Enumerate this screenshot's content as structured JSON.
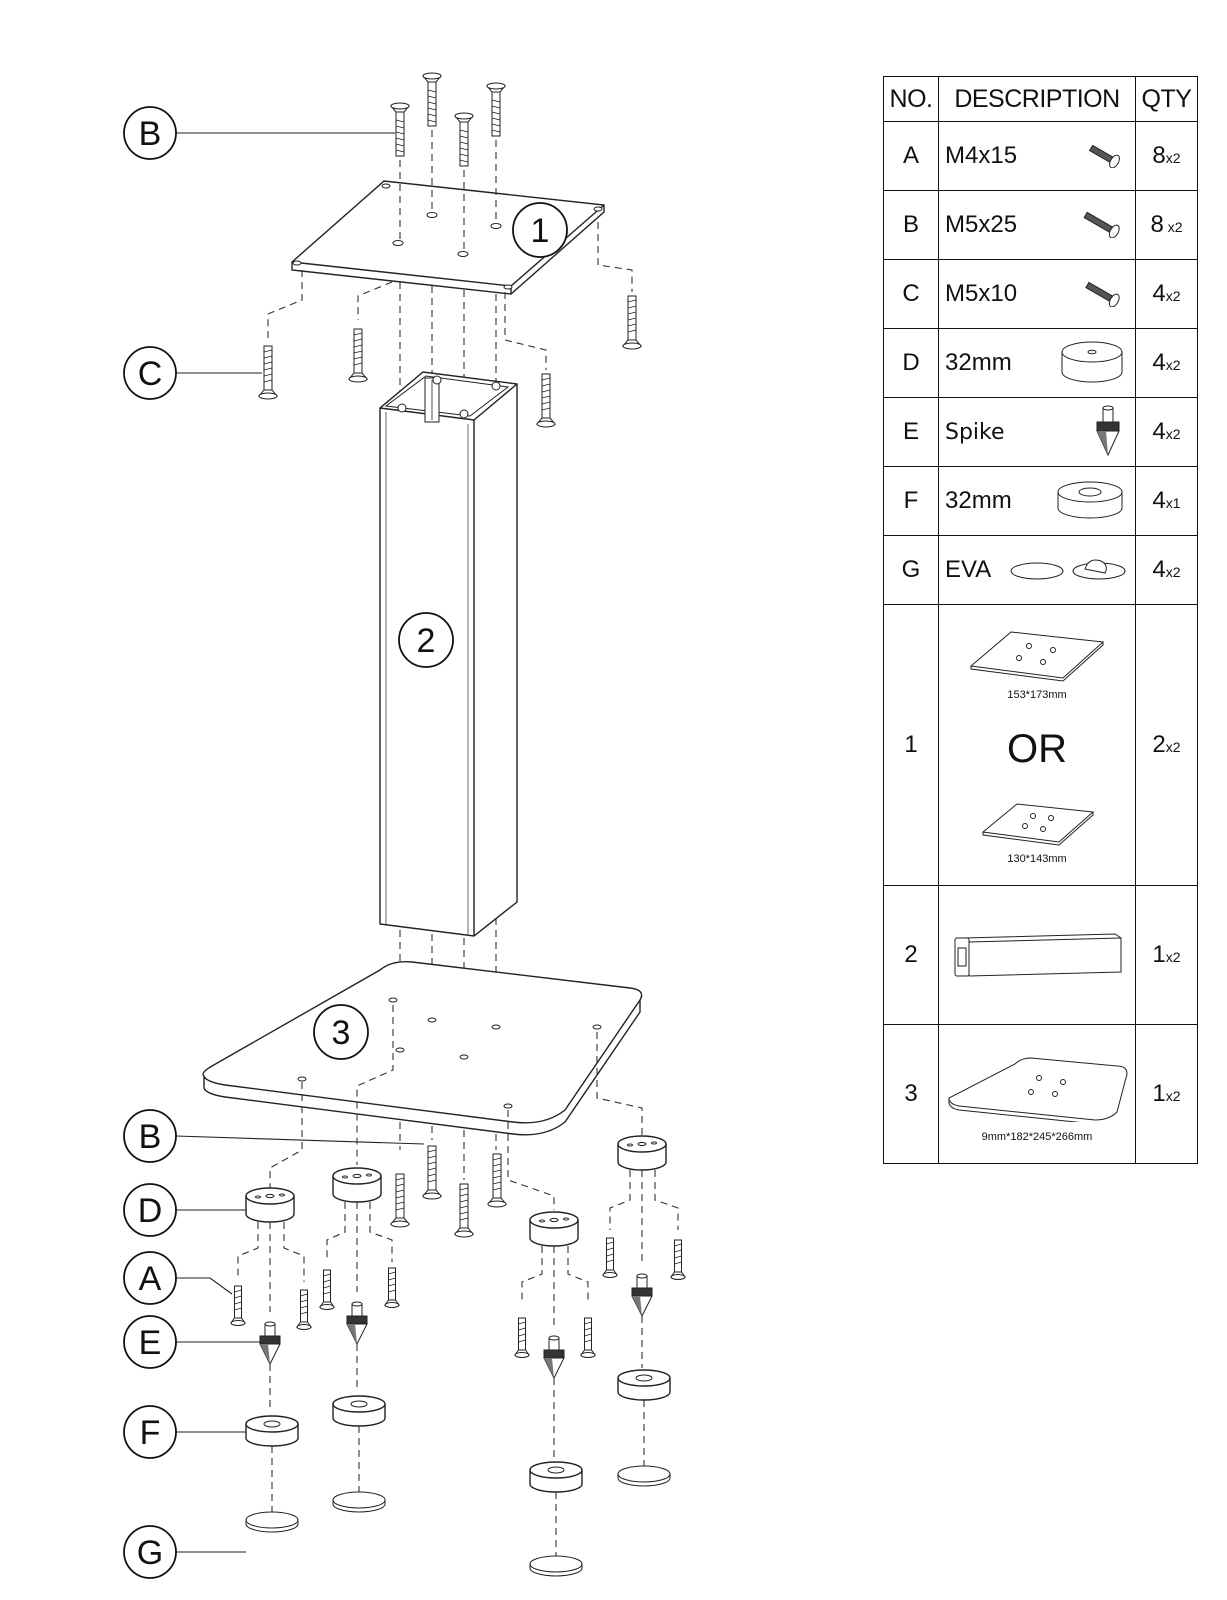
{
  "callouts": {
    "B_top": "B",
    "C": "C",
    "B_bottom": "B",
    "D": "D",
    "A": "A",
    "E": "E",
    "F": "F",
    "G": "G"
  },
  "part_numbers": {
    "plate_top": "1",
    "column": "2",
    "base": "3"
  },
  "table": {
    "headers": [
      "NO.",
      "DESCRIPTION",
      "QTY"
    ],
    "rows": [
      {
        "no": "A",
        "desc": "M4x15",
        "qty": "8",
        "mult": "x2",
        "icon": "screw-icon"
      },
      {
        "no": "B",
        "desc": "M5x25",
        "qty": "8",
        "mult": " x2",
        "icon": "screw-icon"
      },
      {
        "no": "C",
        "desc": "M5x10",
        "qty": "4",
        "mult": "x2",
        "icon": "screw-icon"
      },
      {
        "no": "D",
        "desc": "32mm",
        "qty": "4",
        "mult": "x2",
        "icon": "disc-icon"
      },
      {
        "no": "E",
        "desc": "Spike",
        "qty": "4",
        "mult": "x2",
        "icon": "spike-icon"
      },
      {
        "no": "F",
        "desc": "32mm",
        "qty": "4",
        "mult": "x1",
        "icon": "ring-icon"
      },
      {
        "no": "G",
        "desc": "EVA",
        "qty": "4",
        "mult": "x2",
        "icon": "pad-icon"
      }
    ],
    "plate_row": {
      "no": "1",
      "dim_a": "153*173mm",
      "or_text": "OR",
      "dim_b": "130*143mm",
      "qty": "2",
      "mult": "x2"
    },
    "column_row": {
      "no": "2",
      "qty": "1",
      "mult": "x2"
    },
    "base_row": {
      "no": "3",
      "dim": "9mm*182*245*266mm",
      "qty": "1",
      "mult": "x2"
    }
  }
}
